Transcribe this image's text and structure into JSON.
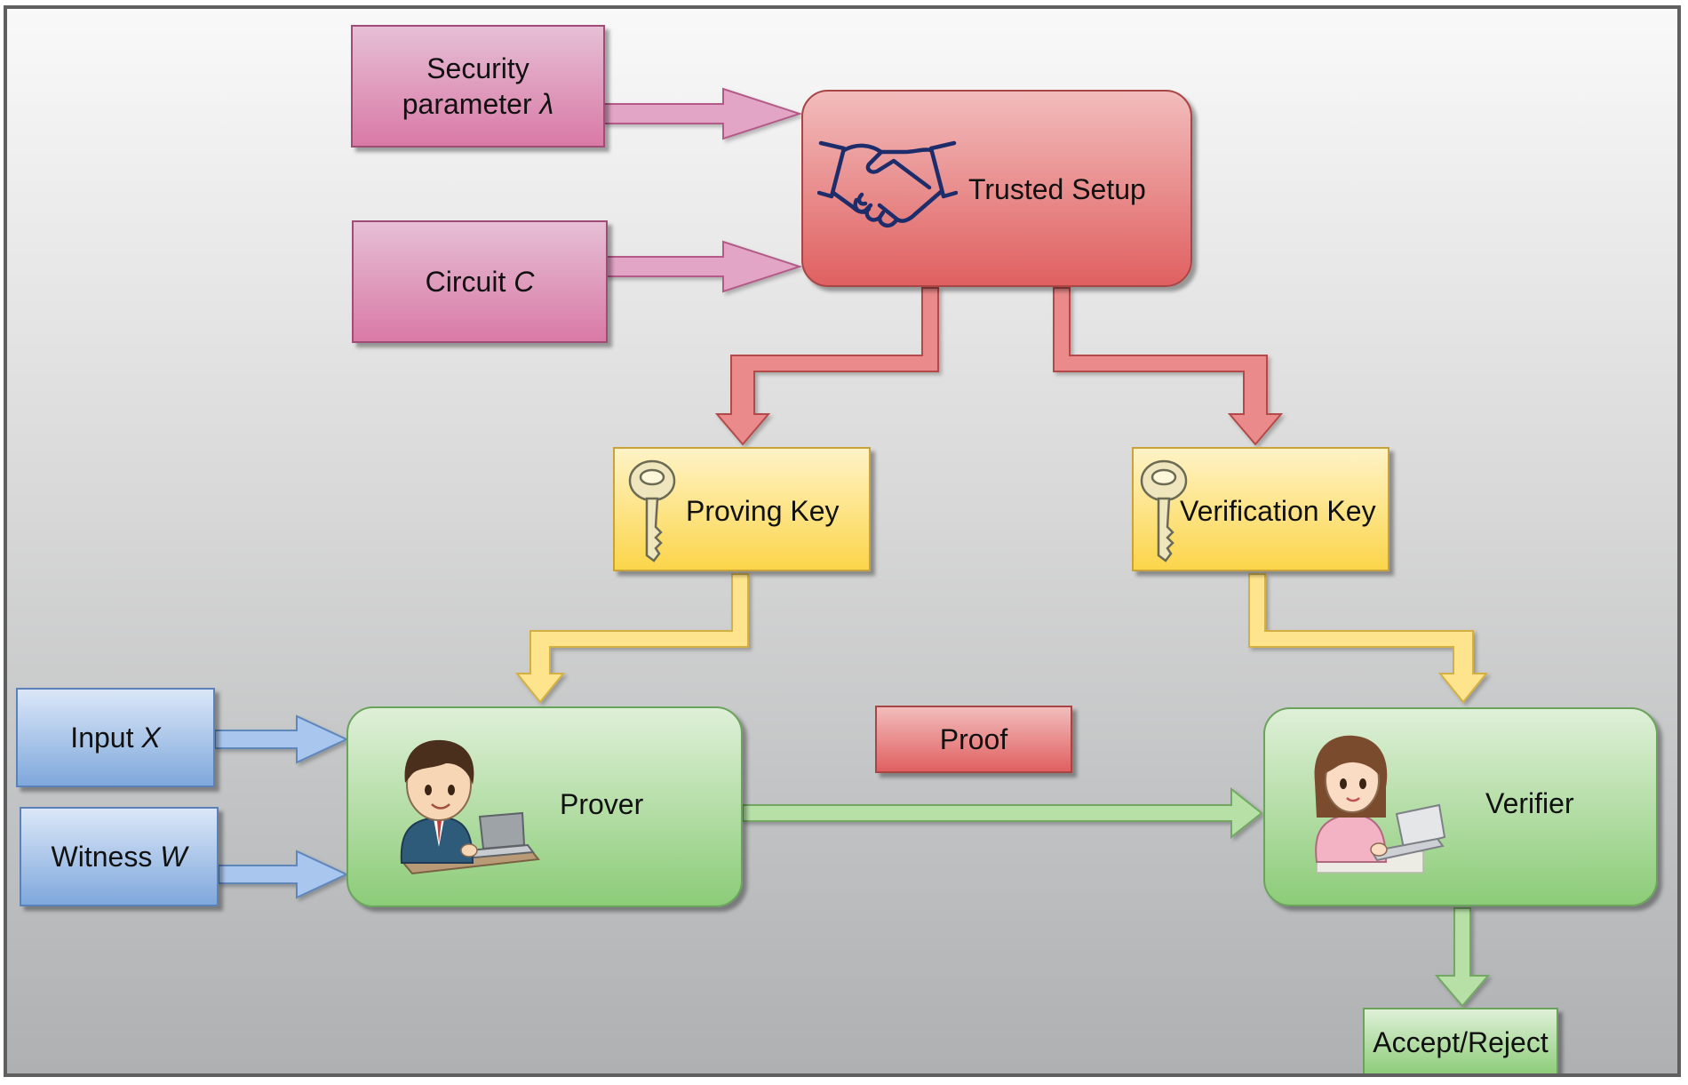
{
  "nodes": {
    "security_parameter": {
      "line1": "Security",
      "line2": "parameter",
      "var": "λ"
    },
    "circuit": {
      "text": "Circuit",
      "var": "C"
    },
    "trusted_setup": {
      "label": "Trusted Setup",
      "icon": "handshake-icon"
    },
    "proving_key": {
      "label": "Proving Key",
      "icon": "key-icon"
    },
    "verification_key": {
      "label": "Verification Key",
      "icon": "key-icon"
    },
    "input": {
      "text": "Input",
      "var": "X"
    },
    "witness": {
      "text": "Witness",
      "var": "W"
    },
    "prover": {
      "label": "Prover",
      "icon": "man-at-laptop-icon"
    },
    "proof": {
      "label": "Proof"
    },
    "verifier": {
      "label": "Verifier",
      "icon": "woman-at-laptop-icon"
    },
    "result": {
      "label": "Accept/Reject"
    }
  },
  "colors": {
    "pink": "#d97aa6",
    "red": "#e06060",
    "yellow": "#fbd54a",
    "blue": "#7fa8dc",
    "green": "#8ccc78"
  }
}
